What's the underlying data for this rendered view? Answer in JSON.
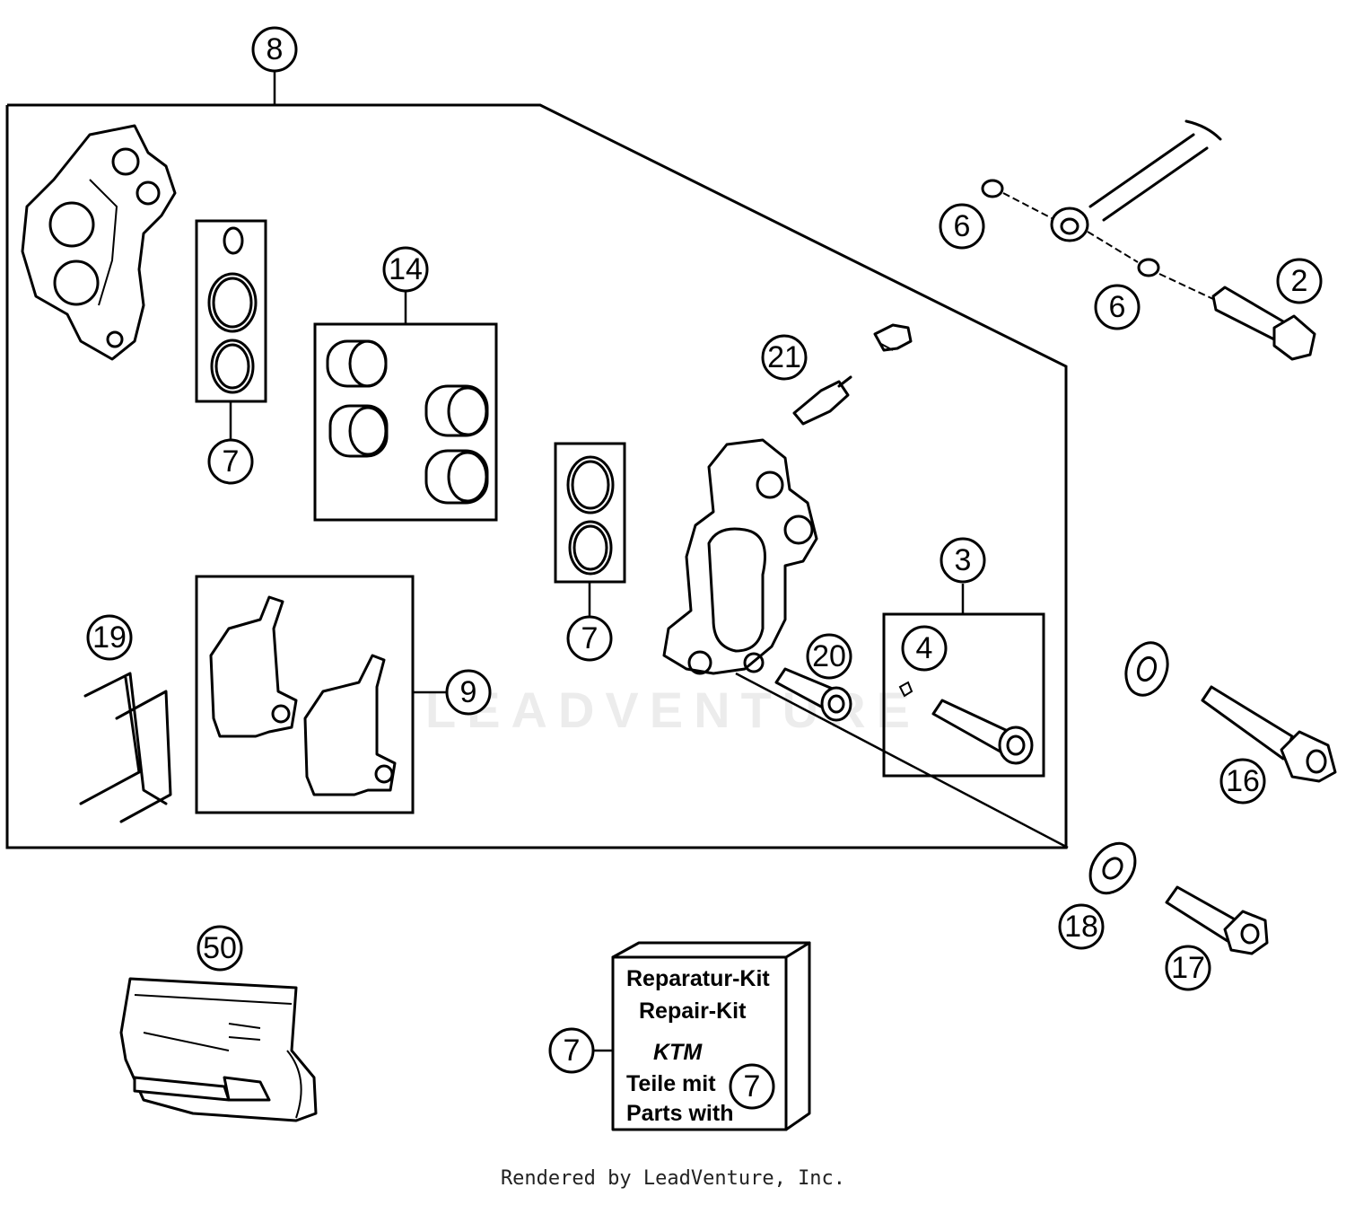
{
  "callouts": {
    "c8": "8",
    "c6a": "6",
    "c6b": "6",
    "c2": "2",
    "c14": "14",
    "c21": "21",
    "c7a": "7",
    "c7b": "7",
    "c7c": "7",
    "c7d": "7",
    "c3": "3",
    "c4": "4",
    "c19": "19",
    "c9": "9",
    "c20": "20",
    "c16": "16",
    "c18": "18",
    "c17": "17",
    "c50": "50"
  },
  "kit_label": {
    "line1": "Reparatur-Kit",
    "line2": "Repair-Kit",
    "brand": "KTM",
    "line3": "Teile mit",
    "line4": "Parts with"
  },
  "watermark": "LEADVENTURE",
  "footer": "Rendered by LeadVenture, Inc."
}
